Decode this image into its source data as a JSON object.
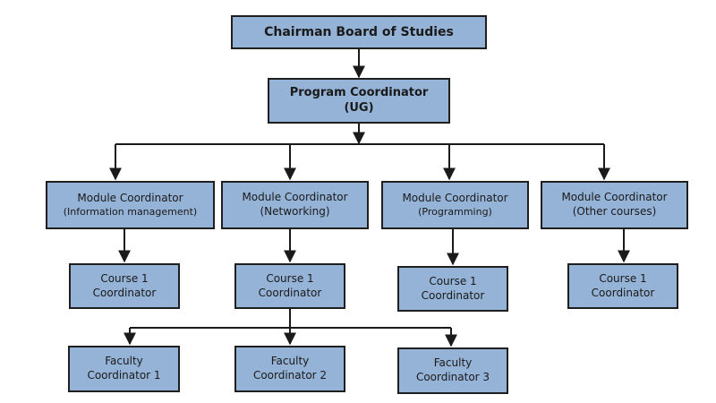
{
  "chairman": {
    "line1": "Chairman Board of Studies"
  },
  "program": {
    "line1": "Program Coordinator",
    "line2": "(UG)"
  },
  "modules": [
    {
      "line1": "Module Coordinator",
      "line2": "(Information management)"
    },
    {
      "line1": "Module Coordinator",
      "line2": "(Networking)"
    },
    {
      "line1": "Module Coordinator",
      "line2": "(Programming)"
    },
    {
      "line1": "Module Coordinator",
      "line2": "(Other courses)"
    }
  ],
  "courses": [
    {
      "line1": "Course 1",
      "line2": "Coordinator"
    },
    {
      "line1": "Course 1",
      "line2": "Coordinator"
    },
    {
      "line1": "Course 1",
      "line2": "Coordinator"
    },
    {
      "line1": "Course 1",
      "line2": "Coordinator"
    }
  ],
  "faculty": [
    {
      "line1": "Faculty",
      "line2": "Coordinator 1"
    },
    {
      "line1": "Faculty",
      "line2": "Coordinator 2"
    },
    {
      "line1": "Faculty",
      "line2": "Coordinator 3"
    }
  ]
}
